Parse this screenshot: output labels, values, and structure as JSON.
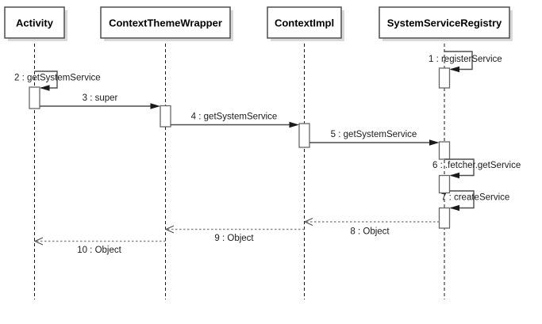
{
  "diagram": {
    "type": "uml-sequence",
    "background_color": "#ffffff",
    "colors": {
      "line": "#4d4d4d",
      "return_line": "#8c8c8c",
      "text": "#1a1a1a",
      "actor_fill": "#ffffff",
      "actor_border": "#4d4d4d",
      "shadow": "#d9d9d9"
    },
    "actors": [
      {
        "label": "Activity"
      },
      {
        "label": "ContextThemeWrapper"
      },
      {
        "label": "ContextImpl"
      },
      {
        "label": "SystemServiceRegistry"
      }
    ],
    "messages": [
      {
        "seq": 1,
        "label": "1 : registerService",
        "from": "SystemServiceRegistry",
        "to": "SystemServiceRegistry",
        "kind": "self-call"
      },
      {
        "seq": 2,
        "label": "2 : getSystemService",
        "from": "Activity",
        "to": "Activity",
        "kind": "self-call"
      },
      {
        "seq": 3,
        "label": "3 : super",
        "from": "Activity",
        "to": "ContextThemeWrapper",
        "kind": "call"
      },
      {
        "seq": 4,
        "label": "4 : getSystemService",
        "from": "ContextThemeWrapper",
        "to": "ContextImpl",
        "kind": "call"
      },
      {
        "seq": 5,
        "label": "5 : getSystemService",
        "from": "ContextImpl",
        "to": "SystemServiceRegistry",
        "kind": "call"
      },
      {
        "seq": 6,
        "label": "6 : .fetcher.getService",
        "from": "SystemServiceRegistry",
        "to": "SystemServiceRegistry",
        "kind": "self-call"
      },
      {
        "seq": 7,
        "label": "7 : createService",
        "from": "SystemServiceRegistry",
        "to": "SystemServiceRegistry",
        "kind": "self-call"
      },
      {
        "seq": 8,
        "label": "8 : Object",
        "from": "SystemServiceRegistry",
        "to": "ContextImpl",
        "kind": "return"
      },
      {
        "seq": 9,
        "label": "9 : Object",
        "from": "ContextImpl",
        "to": "ContextThemeWrapper",
        "kind": "return"
      },
      {
        "seq": 10,
        "label": "10 : Object",
        "from": "ContextThemeWrapper",
        "to": "Activity",
        "kind": "return"
      }
    ]
  }
}
